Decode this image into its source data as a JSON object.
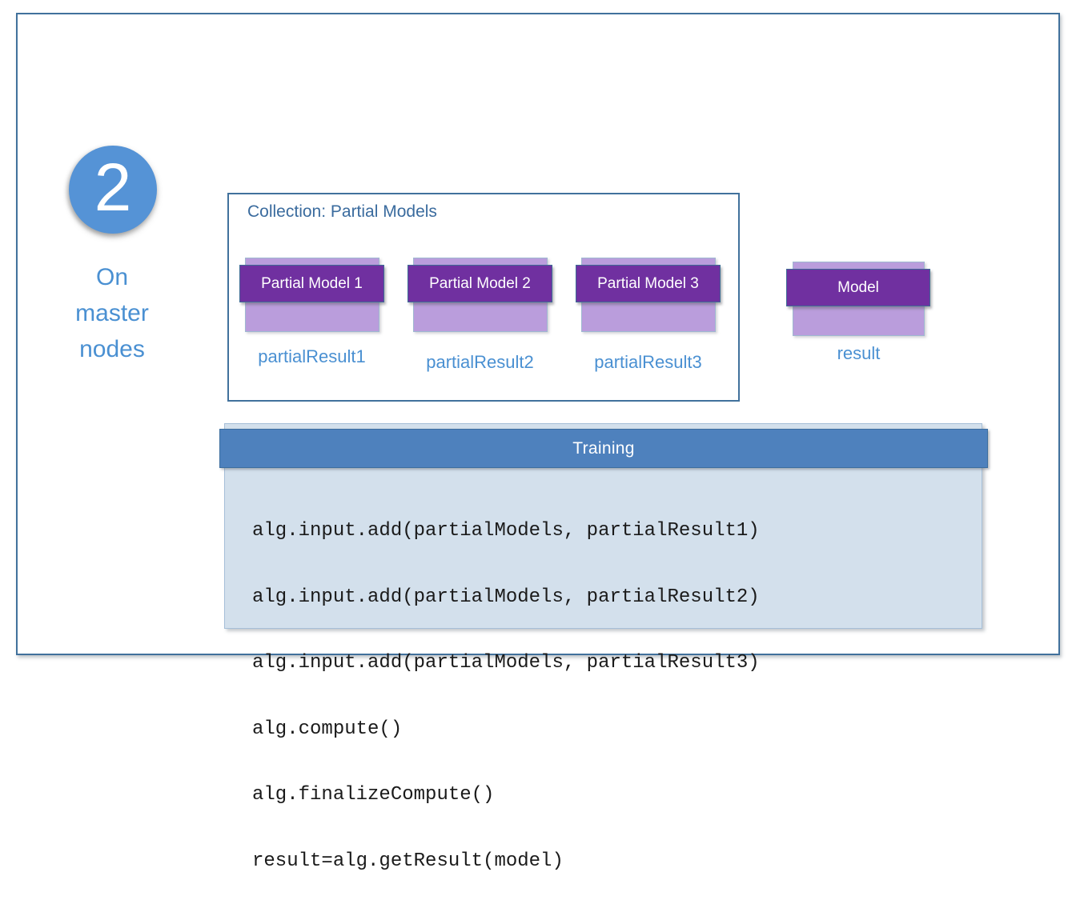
{
  "step": {
    "number": "2",
    "label_lines": [
      "On",
      "master",
      "nodes"
    ]
  },
  "collection": {
    "title": "Collection: Partial Models",
    "models": [
      {
        "label": "Partial Model 1",
        "sublabel": "partialResult1"
      },
      {
        "label": "Partial Model 2",
        "sublabel": "partialResult2"
      },
      {
        "label": "Partial Model 3",
        "sublabel": "partialResult3"
      }
    ]
  },
  "result_model": {
    "label": "Model",
    "sublabel": "result"
  },
  "training": {
    "title": "Training",
    "code_lines": [
      "alg.input.add(partialModels, partialResult1)",
      "alg.input.add(partialModels, partialResult2)",
      "alg.input.add(partialModels, partialResult3)",
      "alg.compute()",
      "alg.finalizeCompute()",
      "result=alg.getResult(model)"
    ]
  },
  "colors": {
    "accent_blue": "#5593D6",
    "text_blue": "#4A90D2",
    "frame_border_blue": "#41719C",
    "dark_purple": "#7030A0",
    "light_purple": "#BA9DDC",
    "training_bar_blue": "#4E81BD",
    "code_panel_blue": "#D3E0EC"
  }
}
